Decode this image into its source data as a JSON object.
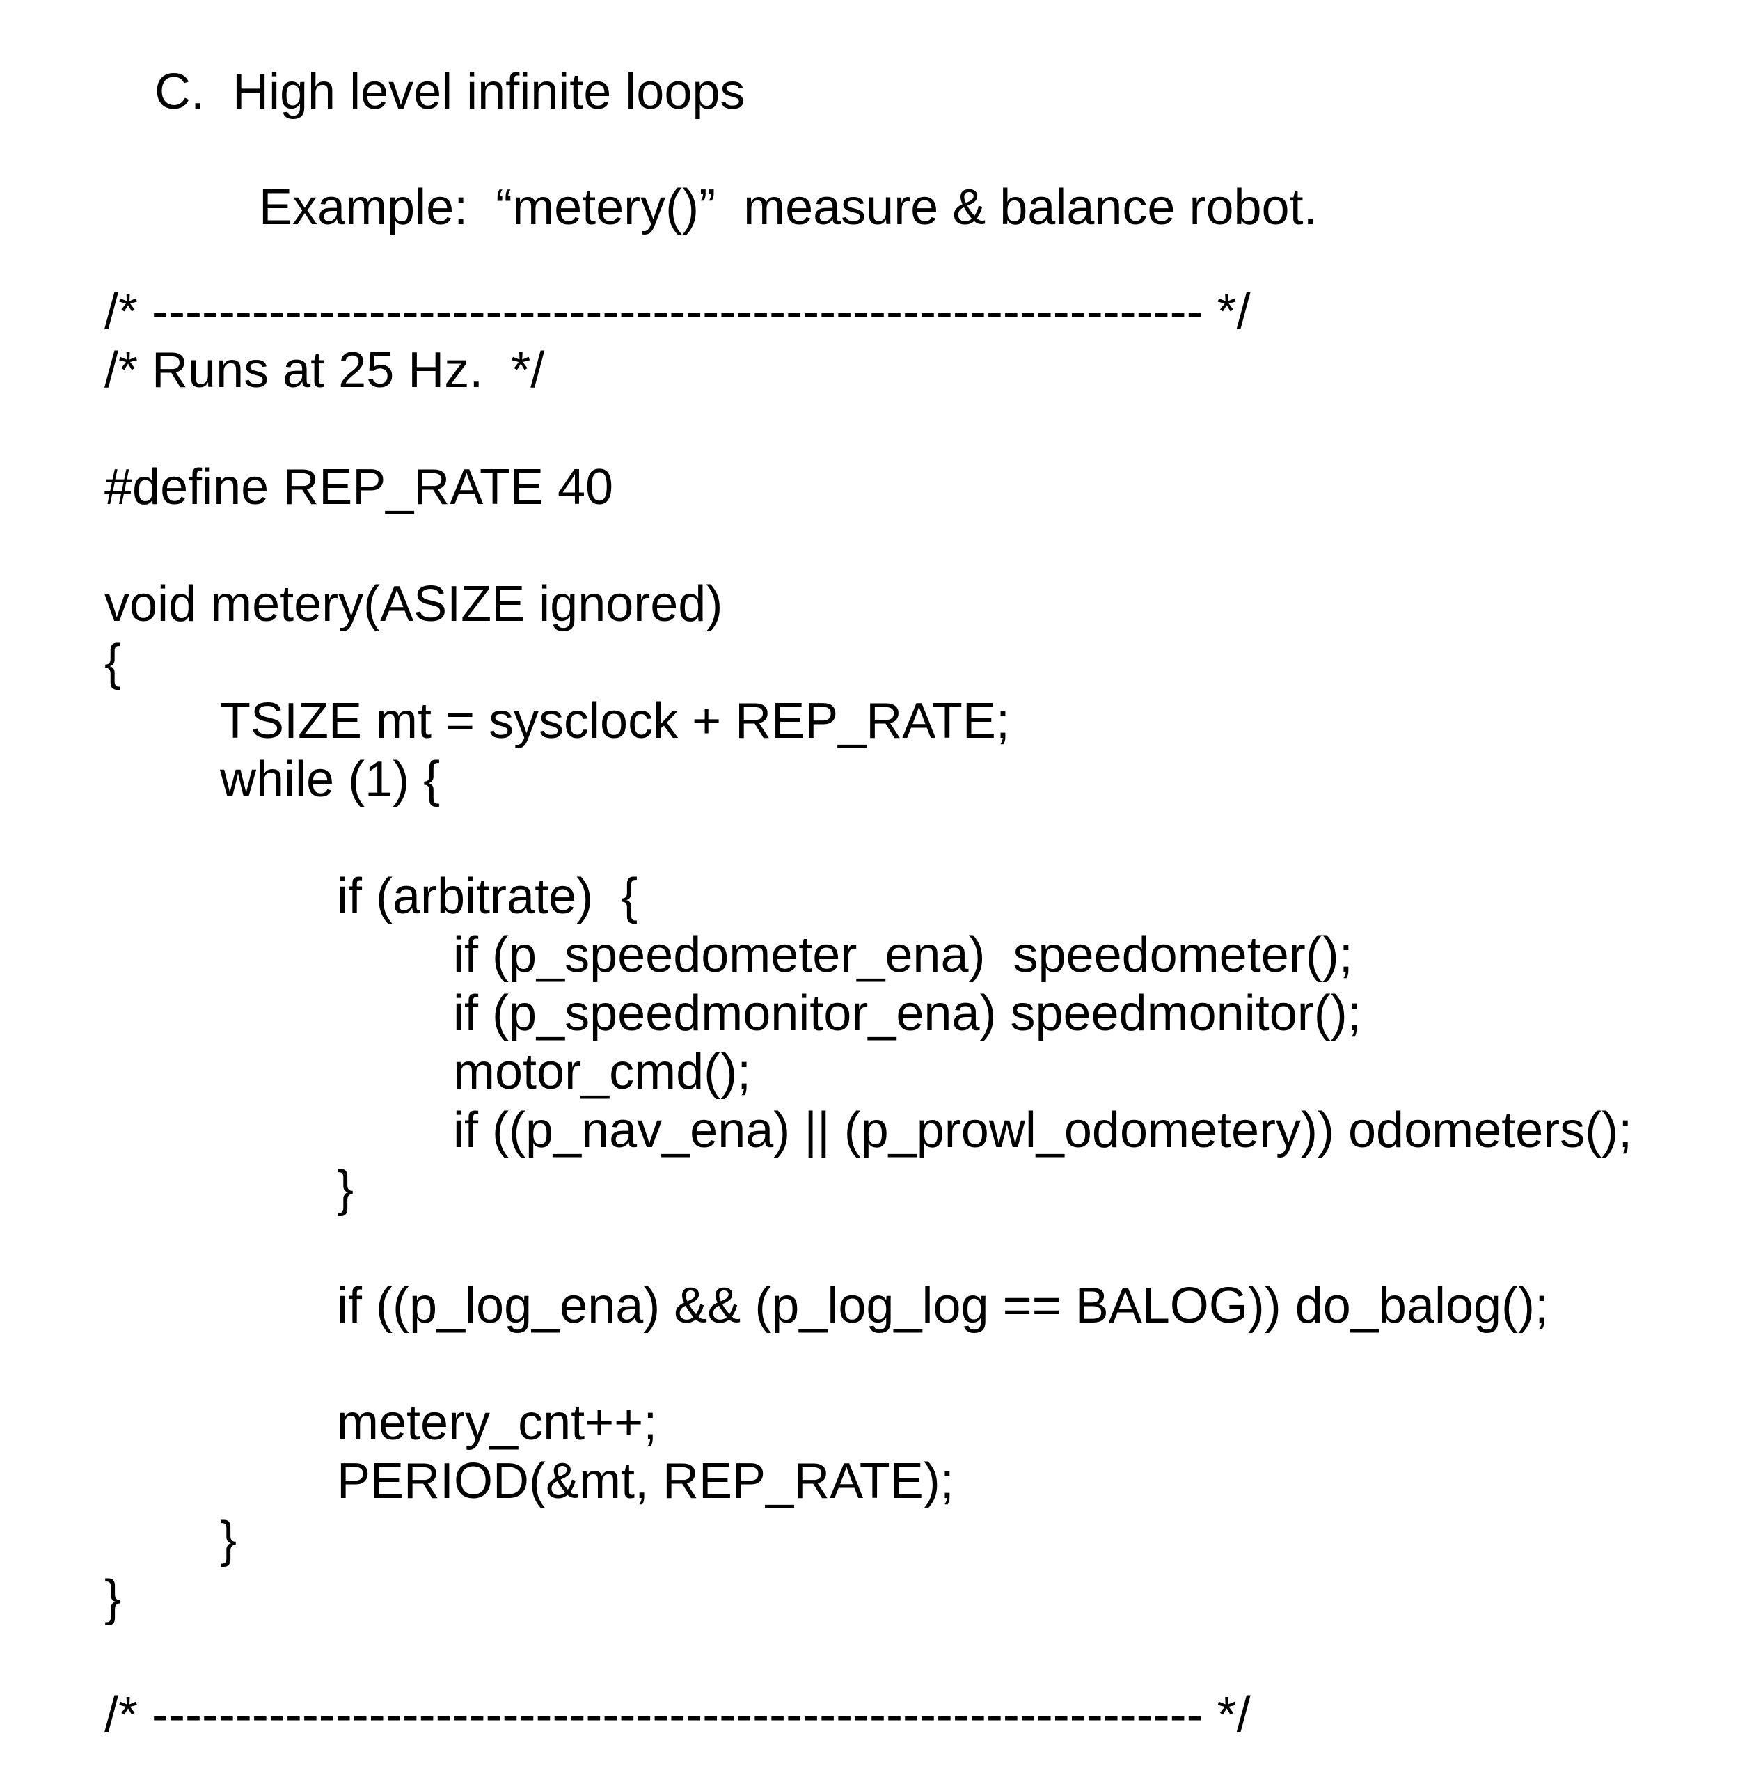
{
  "heading": "C.  High level infinite loops",
  "example": "Example:  “metery()”  measure & balance robot.",
  "code_lines": [
    {
      "indent": 0,
      "text": "/* --------------------------------------------------------------- */"
    },
    {
      "indent": 0,
      "text": "/* Runs at 25 Hz.  */"
    },
    {
      "indent": 0,
      "text": ""
    },
    {
      "indent": 0,
      "text": "#define REP_RATE 40"
    },
    {
      "indent": 0,
      "text": ""
    },
    {
      "indent": 0,
      "text": "void metery(ASIZE ignored)"
    },
    {
      "indent": 0,
      "text": "{"
    },
    {
      "indent": 1,
      "text": "TSIZE mt = sysclock + REP_RATE;"
    },
    {
      "indent": 1,
      "text": "while (1) {"
    },
    {
      "indent": 0,
      "text": ""
    },
    {
      "indent": 2,
      "text": "if (arbitrate)  {"
    },
    {
      "indent": 3,
      "text": "if (p_speedometer_ena)  speedometer();"
    },
    {
      "indent": 3,
      "text": "if (p_speedmonitor_ena) speedmonitor();"
    },
    {
      "indent": 3,
      "text": "motor_cmd();"
    },
    {
      "indent": 3,
      "text": "if ((p_nav_ena) || (p_prowl_odometery)) odometers();"
    },
    {
      "indent": 2,
      "text": "}"
    },
    {
      "indent": 0,
      "text": ""
    },
    {
      "indent": 2,
      "text": "if ((p_log_ena) && (p_log_log == BALOG)) do_balog();"
    },
    {
      "indent": 0,
      "text": ""
    },
    {
      "indent": 2,
      "text": "metery_cnt++;"
    },
    {
      "indent": 2,
      "text": "PERIOD(&mt, REP_RATE);"
    },
    {
      "indent": 1,
      "text": "}"
    },
    {
      "indent": 0,
      "text": "}"
    },
    {
      "indent": 0,
      "text": ""
    },
    {
      "indent": 0,
      "text": "/* --------------------------------------------------------------- */"
    }
  ]
}
